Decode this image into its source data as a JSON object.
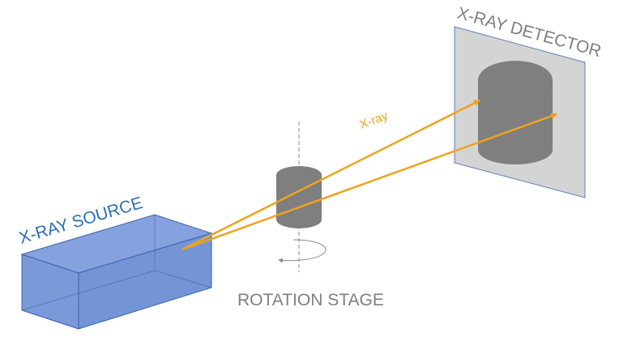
{
  "labels": {
    "source": "X-RAY SOURCE",
    "detector": "X-RAY DETECTOR",
    "stage": "ROTATION STAGE",
    "beam": "X-ray"
  },
  "colors": {
    "source_fill": "#7393d6",
    "source_stroke": "#3e62b0",
    "source_label": "#2e6db4",
    "beam": "#f0a21c",
    "beam_label": "#f0a21c",
    "detector_panel": "#d4d4d4",
    "detector_stroke": "#5b7fbf",
    "sample": "#7f7f7f",
    "label_gray": "#7f7f7f",
    "axis": "#8a8a8a"
  },
  "icons": {
    "rotation": "rotation-arrow-icon"
  }
}
